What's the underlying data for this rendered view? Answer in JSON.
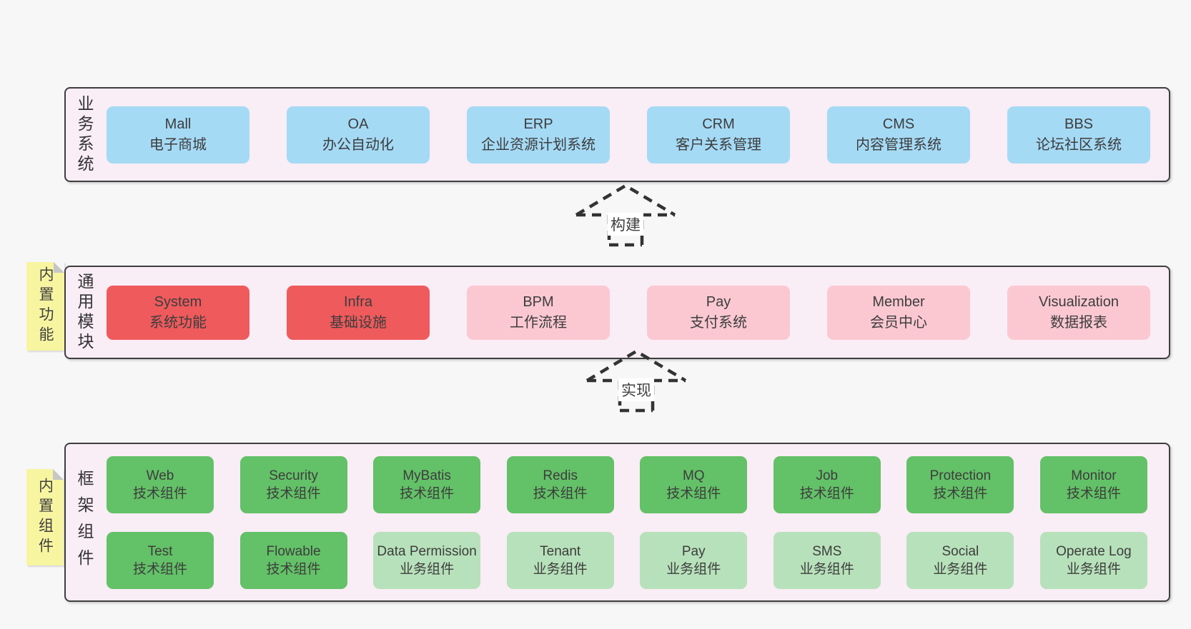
{
  "sections": {
    "business": {
      "label": "业务系统",
      "items": [
        {
          "name": "Mall",
          "desc": "电子商城"
        },
        {
          "name": "OA",
          "desc": "办公自动化"
        },
        {
          "name": "ERP",
          "desc": "企业资源计划系统"
        },
        {
          "name": "CRM",
          "desc": "客户关系管理"
        },
        {
          "name": "CMS",
          "desc": "内容管理系统"
        },
        {
          "name": "BBS",
          "desc": "论坛社区系统"
        }
      ]
    },
    "modules": {
      "label": "通用模块",
      "note": "内置功能",
      "items": [
        {
          "name": "System",
          "desc": "系统功能",
          "type": "core"
        },
        {
          "name": "Infra",
          "desc": "基础设施",
          "type": "core"
        },
        {
          "name": "BPM",
          "desc": "工作流程",
          "type": "optional"
        },
        {
          "name": "Pay",
          "desc": "支付系统",
          "type": "optional"
        },
        {
          "name": "Member",
          "desc": "会员中心",
          "type": "optional"
        },
        {
          "name": "Visualization",
          "desc": "数据报表",
          "type": "optional"
        }
      ]
    },
    "framework": {
      "label": "框架组件",
      "note": "内置组件",
      "rows": [
        [
          {
            "name": "Web",
            "desc": "技术组件",
            "type": "tech"
          },
          {
            "name": "Security",
            "desc": "技术组件",
            "type": "tech"
          },
          {
            "name": "MyBatis",
            "desc": "技术组件",
            "type": "tech"
          },
          {
            "name": "Redis",
            "desc": "技术组件",
            "type": "tech"
          },
          {
            "name": "MQ",
            "desc": "技术组件",
            "type": "tech"
          },
          {
            "name": "Job",
            "desc": "技术组件",
            "type": "tech"
          },
          {
            "name": "Protection",
            "desc": "技术组件",
            "type": "tech"
          },
          {
            "name": "Monitor",
            "desc": "技术组件",
            "type": "tech"
          }
        ],
        [
          {
            "name": "Test",
            "desc": "技术组件",
            "type": "tech"
          },
          {
            "name": "Flowable",
            "desc": "技术组件",
            "type": "tech"
          },
          {
            "name": "Data Permission",
            "desc": "业务组件",
            "type": "biz"
          },
          {
            "name": "Tenant",
            "desc": "业务组件",
            "type": "biz"
          },
          {
            "name": "Pay",
            "desc": "业务组件",
            "type": "biz"
          },
          {
            "name": "SMS",
            "desc": "业务组件",
            "type": "biz"
          },
          {
            "name": "Social",
            "desc": "业务组件",
            "type": "biz"
          },
          {
            "name": "Operate Log",
            "desc": "业务组件",
            "type": "biz"
          }
        ]
      ]
    }
  },
  "arrows": [
    {
      "label": "构建"
    },
    {
      "label": "实现"
    }
  ],
  "colors": {
    "page_bg": "#f7f7f7",
    "panel_bg": "#f9edf6",
    "panel_border": "#3e3e3e",
    "business_box": "#a5daf5",
    "core_module_box": "#ef5a5c",
    "optional_module_box": "#fbc8d2",
    "tech_component_box": "#63c167",
    "biz_component_box": "#b7e1ba",
    "note_bg": "#f8f5a1",
    "text": "#3d3d3d"
  }
}
